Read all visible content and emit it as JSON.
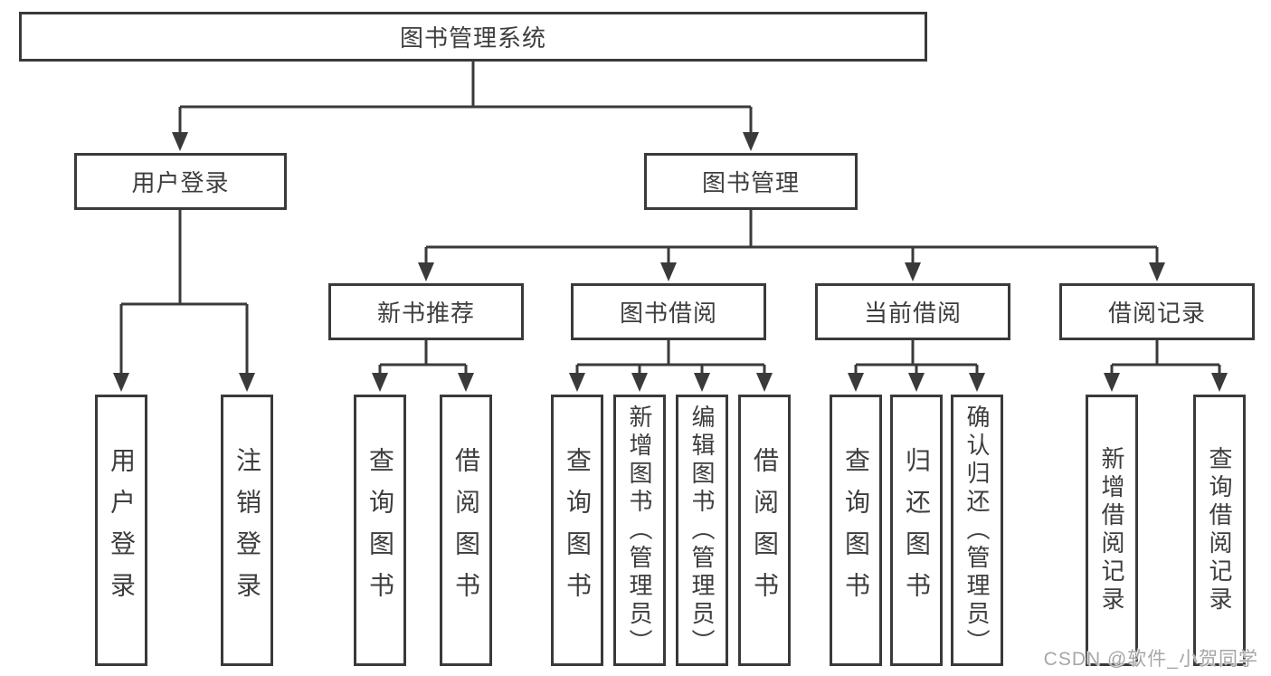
{
  "tree": {
    "root": "图书管理系统",
    "branches": [
      {
        "label": "用户登录",
        "leaves": [
          "用户登录",
          "注销登录"
        ]
      },
      {
        "label": "图书管理",
        "groups": [
          {
            "label": "新书推荐",
            "leaves": [
              "查询图书",
              "借阅图书"
            ]
          },
          {
            "label": "图书借阅",
            "leaves": [
              "查询图书",
              "新增图书（管理员）",
              "编辑图书（管理员）",
              "借阅图书"
            ]
          },
          {
            "label": "当前借阅",
            "leaves": [
              "查询图书",
              "归还图书",
              "确认归还（管理员）"
            ]
          },
          {
            "label": "借阅记录",
            "leaves": [
              "新增借阅记录",
              "查询借阅记录"
            ]
          }
        ]
      }
    ]
  },
  "watermark": "CSDN @软件_小贺同学",
  "colors": {
    "line": "#3a3a3a",
    "text": "#3d3d3d",
    "background": "#ffffff",
    "watermark": "#a7a7a7"
  }
}
